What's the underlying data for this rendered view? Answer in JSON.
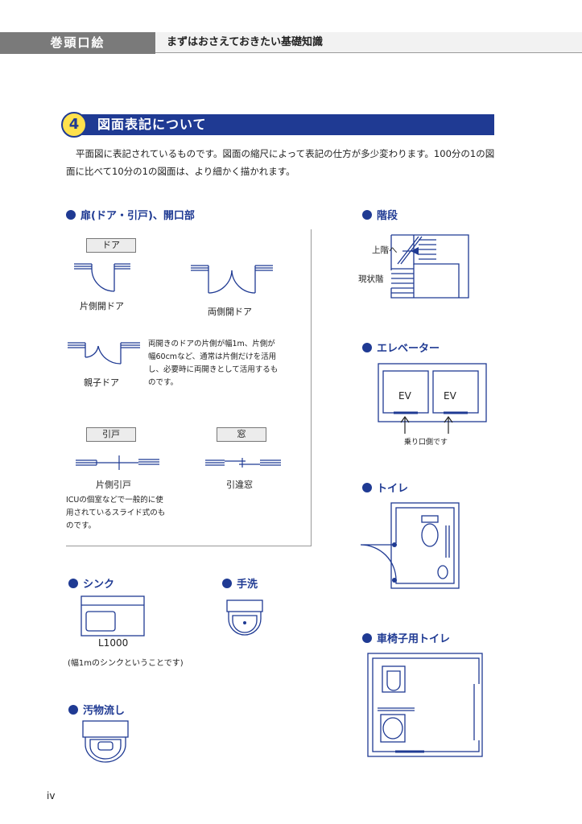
{
  "header": {
    "tab": "巻頭口絵",
    "subtitle": "まずはおさえておきたい基礎知識"
  },
  "section": {
    "number": "4",
    "title": "図面表記について"
  },
  "intro": "平面図に表記されているものです。図面の縮尺によって表記の仕方が多少変わります。100分の1の図面に比べて10分の1の図面は、より細かく描かれます。",
  "doors": {
    "heading": "扉(ドア・引戸)、開口部",
    "door_label": "ドア",
    "single_door": "片側開ドア",
    "double_door": "両側開ドア",
    "parent_child_door": "親子ドア",
    "parent_child_note": "両開きのドアの片側が幅1m、片側が幅60cmなど、通常は片側だけを活用し、必要時に両開きとして活用するものです。",
    "sliding_label": "引戸",
    "window_label": "窓",
    "single_sliding": "片側引戸",
    "sliding_window": "引違窓",
    "sliding_note": "ICUの個室などで一般的に使用されているスライド式のものです。"
  },
  "stairs": {
    "heading": "階段",
    "up": "上階へ",
    "current": "現状階"
  },
  "elevator": {
    "heading": "エレベーター",
    "ev1": "EV",
    "ev2": "EV",
    "note": "乗り口側です"
  },
  "toilet": {
    "heading": "トイレ"
  },
  "wheelchair_toilet": {
    "heading": "車椅子用トイレ"
  },
  "sink": {
    "heading": "シンク",
    "size": "L1000",
    "note": "(幅1mのシンクということです)"
  },
  "handwash": {
    "heading": "手洗"
  },
  "slop_sink": {
    "heading": "汚物流し"
  },
  "page_number": "iv",
  "colors": {
    "accent": "#1f3a93",
    "badge": "#ffe14d",
    "header_tab": "#7a7a7a"
  }
}
